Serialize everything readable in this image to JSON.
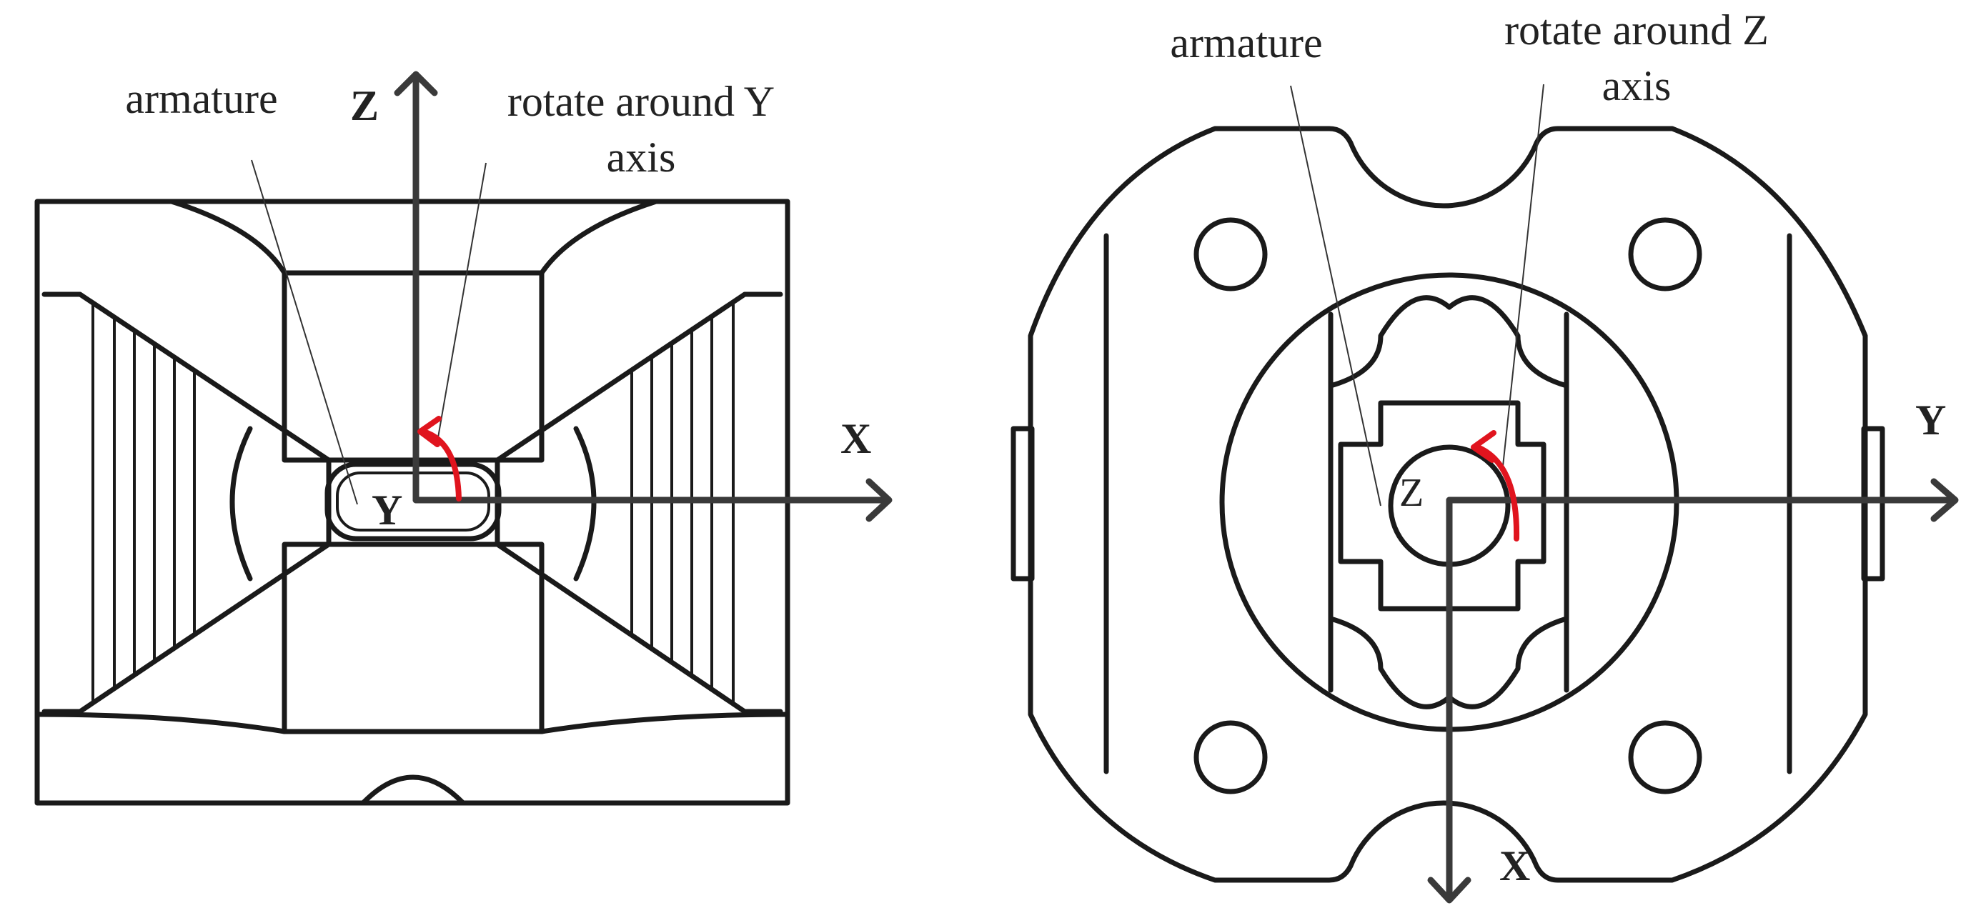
{
  "left_view": {
    "armature_label": "armature",
    "rotate_label_line1": "rotate around Y",
    "rotate_label_line2": "axis",
    "axis_z": "Z",
    "axis_x": "X",
    "origin": "Y"
  },
  "right_view": {
    "armature_label": "armature",
    "rotate_label_line1": "rotate around Z",
    "rotate_label_line2": "axis",
    "axis_y": "Y",
    "axis_x": "X",
    "origin": "Z"
  },
  "colors": {
    "rotation_arrow": "#e0141e",
    "axes": "#3a3a3a",
    "outline": "#1a1a1a"
  }
}
